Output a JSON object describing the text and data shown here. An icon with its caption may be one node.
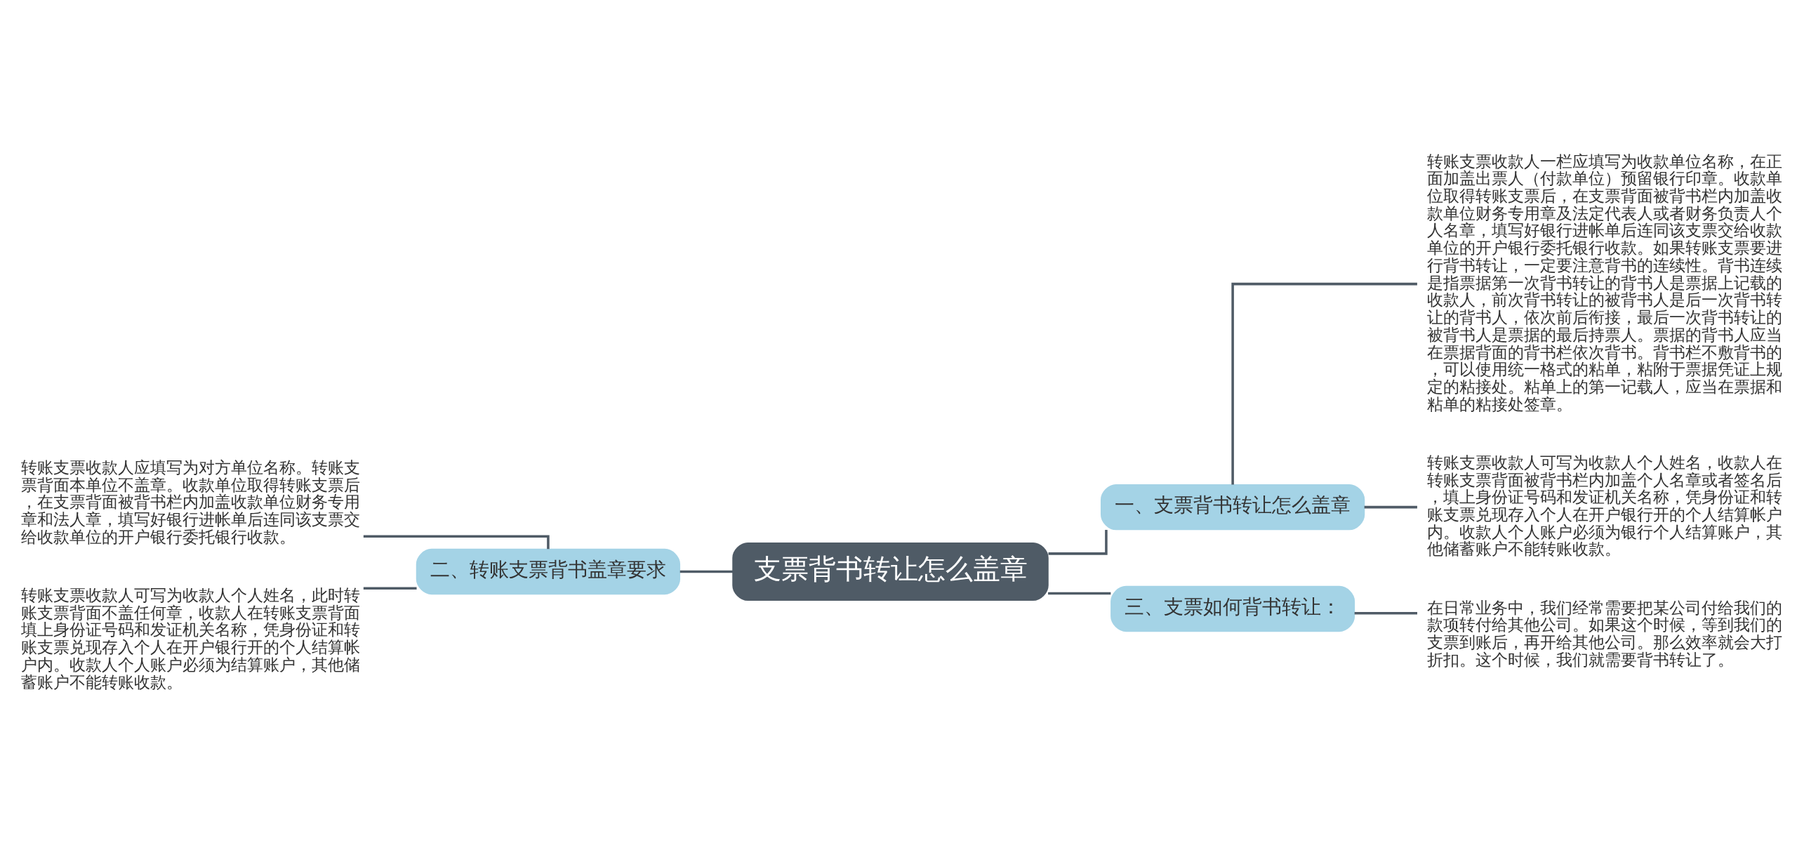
{
  "diagram": {
    "nodes": [
      {
        "text": [
          "支票背书转让怎么盖章"
        ]
      },
      {
        "text": [
          "一、支票背书转让怎么盖章"
        ]
      },
      {
        "text": [
          "转账支票收款人一栏应填写为收款单位名称，在正面加盖出票人（付款单位）预留银行印章。收款单位取得转账支票后，在支票背面被背书栏内加盖收款单位财务专用章及法定代表人或者财务负责人个人名章，填写好银行进帐单后连同该支票交给收款单位的开户银行委托银行收款。如果转账支票要进行背书转让，一定要注意背书的连续性。背书连续是指票据第一次背书转让的背书人是票据上记载的收款人，前次背书转让的被背书人是后一次背书转让的背书人，依次前后衔接，最后一次背书转让的被背书人是票据的最后持票人。票据的背书人应当在票据背面的背书栏依次背书。背书栏不敷背书的，可以使用统一格式的粘单，粘附于票据凭证上规定的粘接处。粘单上的第一记载人，应当在票据和粘单的粘接处签章。"
        ]
      },
      {
        "text": [
          "转账支票收款人可写为收款人个人姓名，收款人在转账支票背面被背书栏内加盖个人名章或者签名后，填上身份证号码和发证机关名称，凭身份证和转账支票兑现存入个人在开户银行开的个人结算帐户内。收款人个人账户必须为银行个人结算账户，其他储蓄账户不能转账收款。"
        ]
      },
      {
        "text": [
          "三、支票如何背书转让："
        ]
      },
      {
        "text": [
          "在日常业务中，我们经常需要把某公司付给我们的款项转付给其他公司。如果这个时候，等到我们的支票到账后，再开给其他公司。那么效率就会大打折扣。这个时候，我们就需要背书转让了。"
        ]
      },
      {
        "text": [
          "二、转账支票背书盖章要求"
        ]
      },
      {
        "text": [
          "转账支票收款人应填写为对方单位名称。转账支票背面本单位不盖章。收款单位取得转账支票后，在支票背面被背书栏内加盖收款单位财务专用章和法人章，填写好银行进帐单后连同该支票交给收款单位的开户银行委托银行收款。"
        ]
      },
      {
        "text": [
          "转账支票收款人可写为收款人个人姓名，此时转账支票背面不盖任何章，收款人在转账支票背面填上身份证号码和发证机关名称，凭身份证和转账支票兑现存入个人在开户银行开的个人结算帐户内。收款人个人账户必须为结算账户，其他储蓄账户不能转账收款。"
        ]
      }
    ],
    "edges": [
      {
        "from": 0,
        "to": 1,
        "arrow": "none"
      },
      {
        "from": 1,
        "to": 2,
        "arrow": "none"
      },
      {
        "from": 1,
        "to": 3,
        "arrow": "none"
      },
      {
        "from": 0,
        "to": 4,
        "arrow": "none"
      },
      {
        "from": 4,
        "to": 5,
        "arrow": "none"
      },
      {
        "from": 0,
        "to": 6,
        "arrow": "none"
      },
      {
        "from": 6,
        "to": 7,
        "arrow": "none"
      },
      {
        "from": 6,
        "to": 8,
        "arrow": "none"
      }
    ]
  }
}
